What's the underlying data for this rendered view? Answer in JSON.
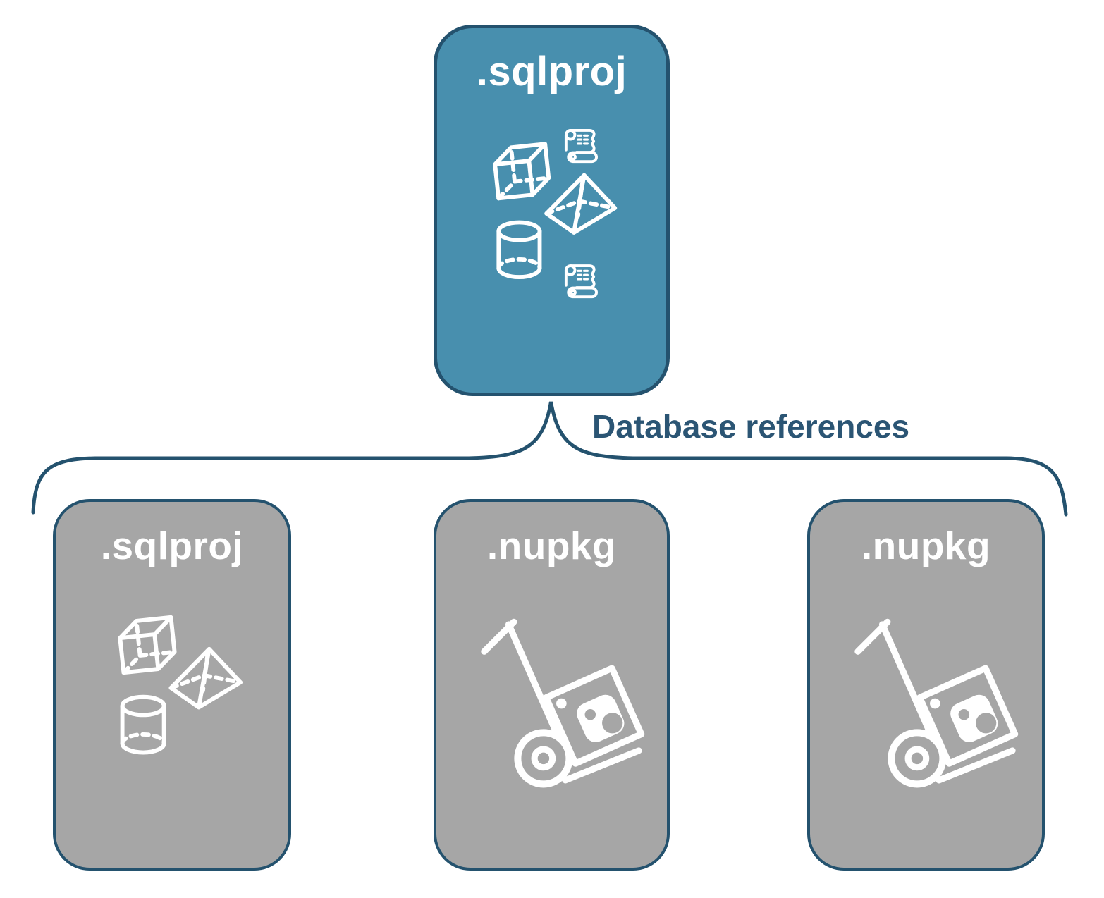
{
  "parent": {
    "label": ".sqlproj",
    "icons": [
      "cube-icon",
      "script-scroll-icon",
      "pyramid-icon",
      "cylinder-icon",
      "script-scroll-icon"
    ]
  },
  "relationship_label": "Database references",
  "children": [
    {
      "label": ".sqlproj",
      "icons": [
        "cube-icon",
        "pyramid-icon",
        "cylinder-icon"
      ]
    },
    {
      "label": ".nupkg",
      "icons": [
        "nuget-hand-truck-icon"
      ]
    },
    {
      "label": ".nupkg",
      "icons": [
        "nuget-hand-truck-icon"
      ]
    }
  ],
  "colors": {
    "parent_fill": "#488FAE",
    "child_fill": "#A6A6A6",
    "outline": "#24526E",
    "caption_text": "#2B5574",
    "label_text": "#FFFFFF",
    "background": "#FFFFFF"
  }
}
